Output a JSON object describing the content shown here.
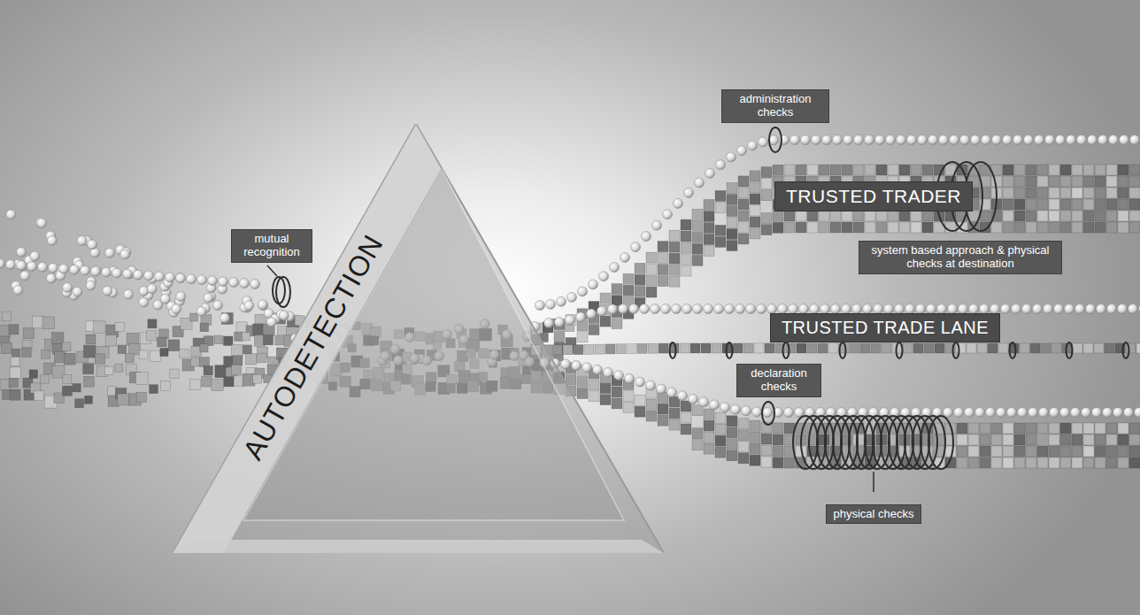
{
  "diagram": {
    "nodes": [
      {
        "text": [
          "mutual recognition"
        ]
      },
      {
        "text": [
          "AUTODETECTION"
        ]
      },
      {
        "text": [
          "administration checks"
        ]
      },
      {
        "text": [
          "TRUSTED TRADER"
        ]
      },
      {
        "text": [
          "system based approach & physical checks at destination"
        ]
      },
      {
        "text": [
          "TRUSTED TRADE LANE"
        ]
      },
      {
        "text": [
          "declaration checks"
        ]
      },
      {
        "text": [
          "physical checks"
        ]
      }
    ]
  }
}
